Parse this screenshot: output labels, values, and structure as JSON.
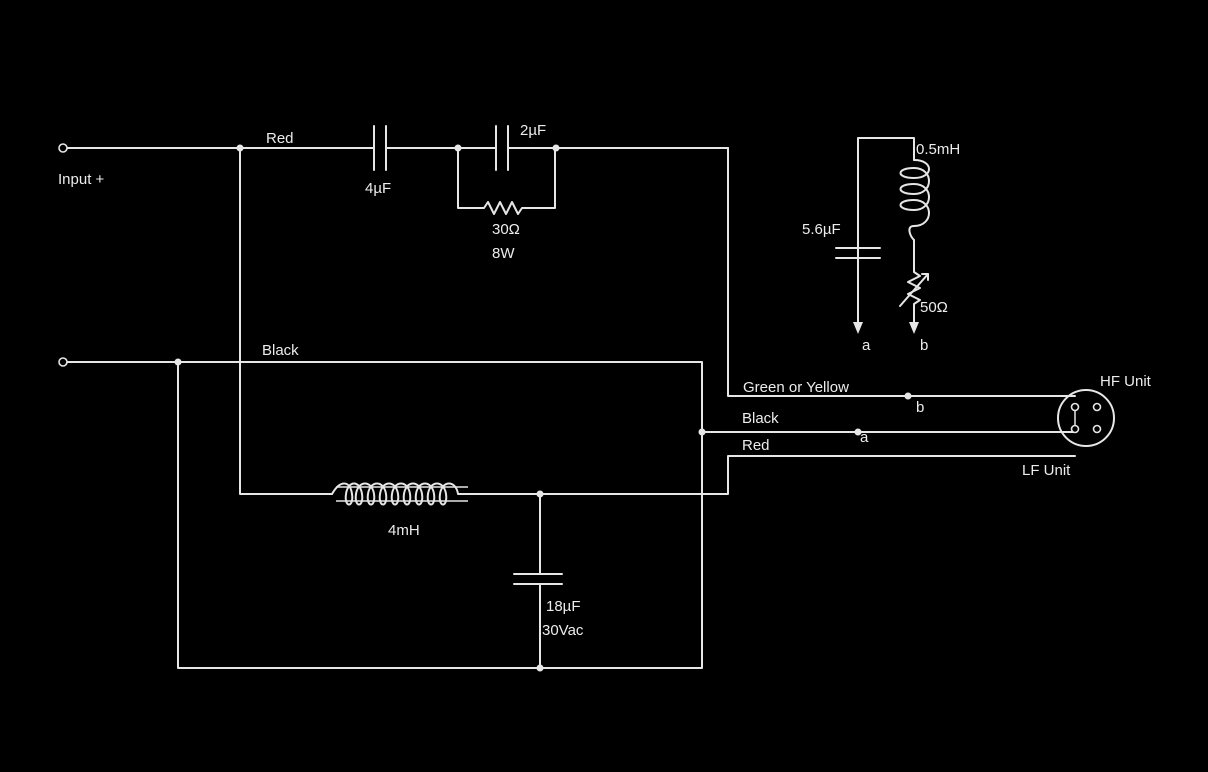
{
  "labels": {
    "input_plus": "Input +",
    "red_top": "Red",
    "cap_4uf": "4µF",
    "cap_2uf": "2µF",
    "res_30": "30Ω",
    "res_8w": "8W",
    "black_top": "Black",
    "ind_4mh": "4mH",
    "cap_18uf": "18µF",
    "cap_30vac": "30Vac",
    "ind_05mh": "0.5mH",
    "cap_56uf": "5.6µF",
    "res_50": "50Ω",
    "arrow_a": "a",
    "arrow_b": "b",
    "green_yellow": "Green or Yellow",
    "black_right": "Black",
    "red_right": "Red",
    "junction_b": "b",
    "junction_a": "a",
    "hf_unit": "HF Unit",
    "lf_unit": "LF Unit"
  },
  "colors": {
    "background": "#000000",
    "line": "#e6e6e6"
  }
}
